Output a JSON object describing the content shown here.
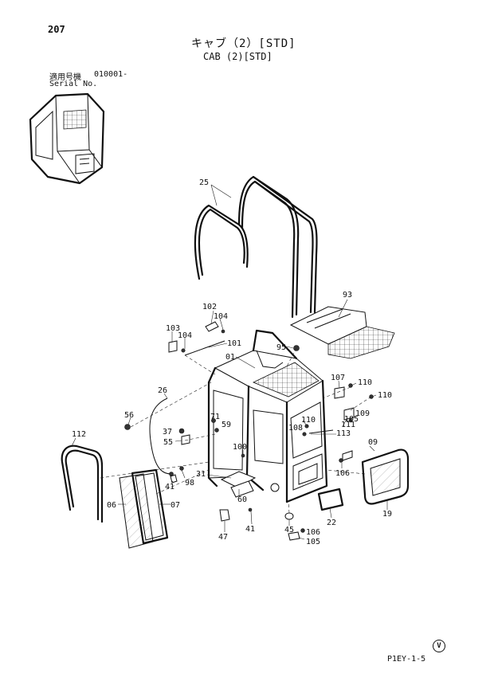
{
  "header": {
    "page_number": "207",
    "title_jp": "キャブ（2）[STD]",
    "title_en": "CAB (2)[STD]",
    "serial_label_jp": "適用号機",
    "serial_value": "010001-",
    "serial_label_en": "Serial No."
  },
  "callouts": [
    "25",
    "93",
    "102",
    "104",
    "103",
    "104",
    "101",
    "95",
    "01",
    "107",
    "110",
    "26",
    "110",
    "109",
    "56",
    "71",
    "59",
    "110",
    "108",
    "113",
    "111",
    "37",
    "55",
    "105",
    "112",
    "09",
    "100",
    "31",
    "98",
    "41",
    "06",
    "07",
    "60",
    "106",
    "22",
    "19",
    "41",
    "47",
    "45",
    "106",
    "105"
  ],
  "footer": {
    "page_code": "P1EY-1-5",
    "mark": "V"
  }
}
